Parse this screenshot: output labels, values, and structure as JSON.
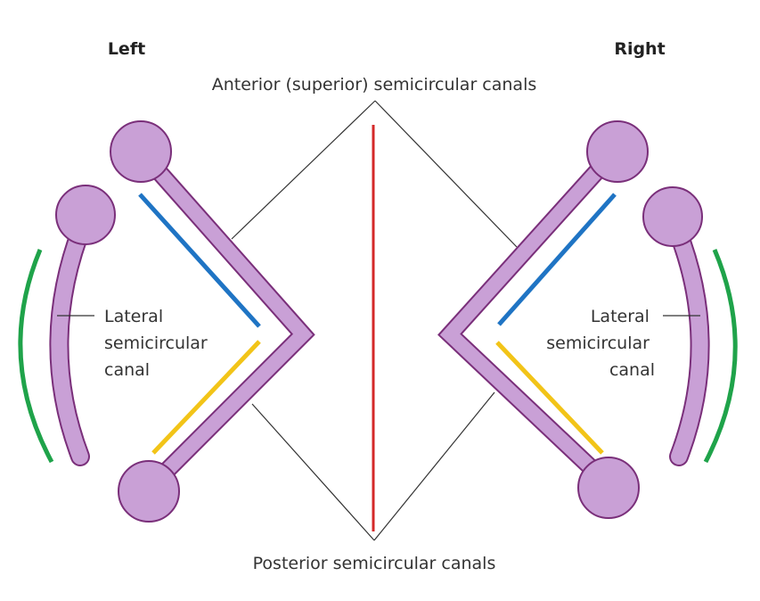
{
  "titles": {
    "left": "Left",
    "right": "Right"
  },
  "labels": {
    "anterior": "Anterior (superior) semicircular canals",
    "posterior": "Posterior semicircular canals",
    "lateral_left": [
      "Lateral",
      "semicircular",
      "canal"
    ],
    "lateral_right": [
      "Lateral",
      "semicircular",
      "canal"
    ]
  },
  "colors": {
    "canal_fill": "#c9a0d6",
    "canal_outline": "#7a2f7a",
    "anterior_plane": "#1f74c4",
    "posterior_plane": "#f2c418",
    "lateral_plane": "#1fa34a",
    "midline": "#d42a2a",
    "leader": "#333333"
  }
}
